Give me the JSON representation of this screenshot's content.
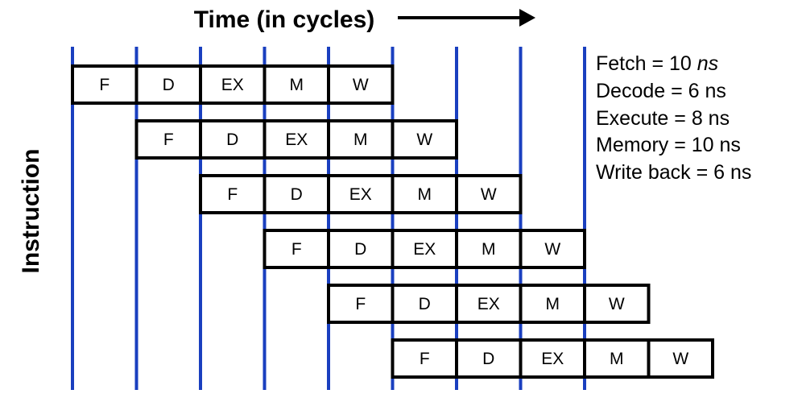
{
  "title": "Time (in cycles)",
  "y_axis_label": "Instruction",
  "stages": [
    "F",
    "D",
    "EX",
    "M",
    "W"
  ],
  "instruction_count": 6,
  "legend": [
    {
      "label": "Fetch = 10 ",
      "value_italic": "ns"
    },
    {
      "label": "Decode = 6 ns"
    },
    {
      "label": "Execute = 8 ns"
    },
    {
      "label": "Memory = 10 ns"
    },
    {
      "label": "Write back = 6 ns"
    }
  ],
  "colors": {
    "cycle_line": "#1a3fbf",
    "box_border": "#000000",
    "text": "#000000",
    "background": "#ffffff"
  }
}
